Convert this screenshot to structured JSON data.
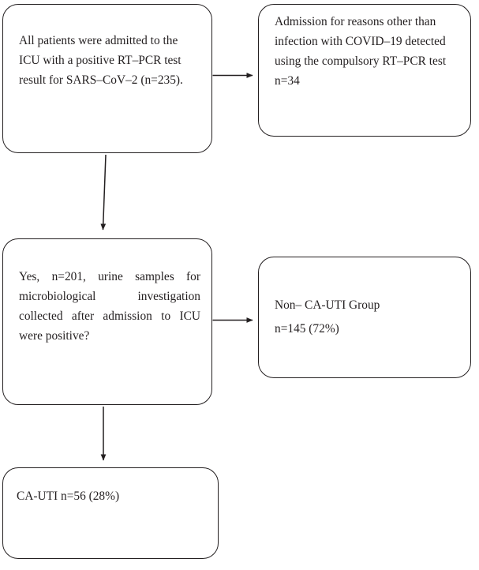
{
  "diagram": {
    "title": "COVID-19 ICU CA-UTI patient flow diagram",
    "type": "flowchart",
    "background_color": "#ffffff",
    "stroke_color": "#231f20",
    "nodes": [
      {
        "id": "screening",
        "name": "screening-box",
        "text": "All patients were admitted to the ICU with a positive RT–PCR test result for SARS–CoV–2 (n=235).",
        "align": "left",
        "count": 235
      },
      {
        "id": "excluded",
        "name": "excluded-box",
        "text": "Admission for reasons other than infection with COVID–19 detected using the compulsory RT–PCR test\nn=34",
        "align": "left",
        "count": 34
      },
      {
        "id": "eligible",
        "name": "eligible-box",
        "text": "Yes, n=201, urine samples for microbiological investigation collected after admission to ICU were positive?",
        "align": "justify",
        "count": 201
      },
      {
        "id": "noncauti",
        "name": "non-ca-uti-group-box",
        "line1": "Non– CA-UTI Group",
        "line2": "n=145 (72%)",
        "align": "left",
        "count": 145,
        "percent": "72%"
      },
      {
        "id": "cauti",
        "name": "ca-uti-group-box",
        "text": "CA-UTI n=56 (28%)",
        "align": "left",
        "count": 56,
        "percent": "28%"
      }
    ],
    "edges": [
      {
        "id": "screening-to-excluded",
        "name": "arrow-screening-to-excluded",
        "from": "screening",
        "to": "excluded",
        "direction": "right"
      },
      {
        "id": "screening-to-eligible",
        "name": "arrow-screening-to-eligible",
        "from": "screening",
        "to": "eligible",
        "direction": "down"
      },
      {
        "id": "eligible-to-noncauti",
        "name": "arrow-eligible-to-non-ca-uti",
        "from": "eligible",
        "to": "noncauti",
        "direction": "right"
      },
      {
        "id": "eligible-to-cauti",
        "name": "arrow-eligible-to-ca-uti",
        "from": "eligible",
        "to": "cauti",
        "direction": "down"
      }
    ]
  }
}
